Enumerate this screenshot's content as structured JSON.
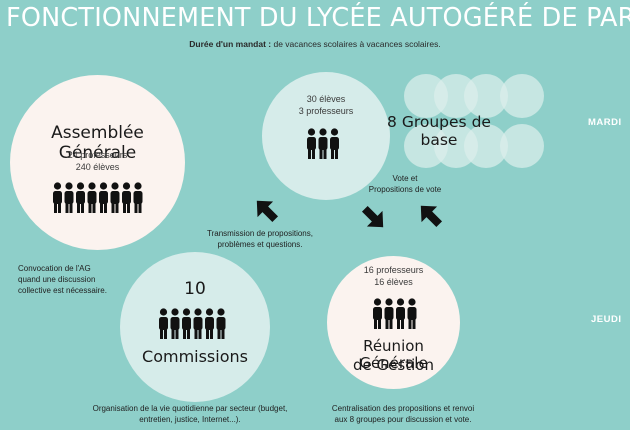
{
  "header": {
    "title": "FONCTIONNEMENT DU LYCÉE AUTOGÉRÉ DE PARIS",
    "subtitle_bold": "Durée d'un mandat :",
    "subtitle_rest": " de vacances scolaires à  vacances scolaires."
  },
  "days": {
    "mardi": "MARDI",
    "jeudi": "JEUDI"
  },
  "assemblee": {
    "title": "Assemblée Générale",
    "line1": "24 professeurs",
    "line2": "240 élèves",
    "icon": "people-group-icon"
  },
  "groupes": {
    "line1": "30 élèves",
    "line2": "3 professeurs",
    "title": "8 Groupes de base",
    "icon": "people-group-icon"
  },
  "commissions": {
    "number": "10",
    "title": "Commissions",
    "icon": "people-group-icon"
  },
  "reunion": {
    "line1": "16 professeurs",
    "line2": "16 élèves",
    "title_line1": "Réunion Générale",
    "title_line2": "de Gestion",
    "icon": "people-group-icon"
  },
  "notes": {
    "transmission_1": "Transmission de propositions,",
    "transmission_2": "problèmes et questions.",
    "vote_1": "Vote et",
    "vote_2": "Propositions de vote",
    "convocation_1": "Convocation de l'AG",
    "convocation_2": "quand une discussion",
    "convocation_3": "collective est nécessaire.",
    "organisation_1": "Organisation de la vie quotidienne par secteur (budget,",
    "organisation_2": "entretien, justice, Internet...).",
    "centralisation_1": "Centralisation des propositions et renvoi",
    "centralisation_2": "aux 8 groupes pour discussion et vote."
  },
  "colors": {
    "background": "#8ecfc9",
    "circle_light": "#fbf3ef",
    "circle_mint": "#d6ecea",
    "text_dark": "#1a1a1a",
    "title": "#ffffff"
  }
}
